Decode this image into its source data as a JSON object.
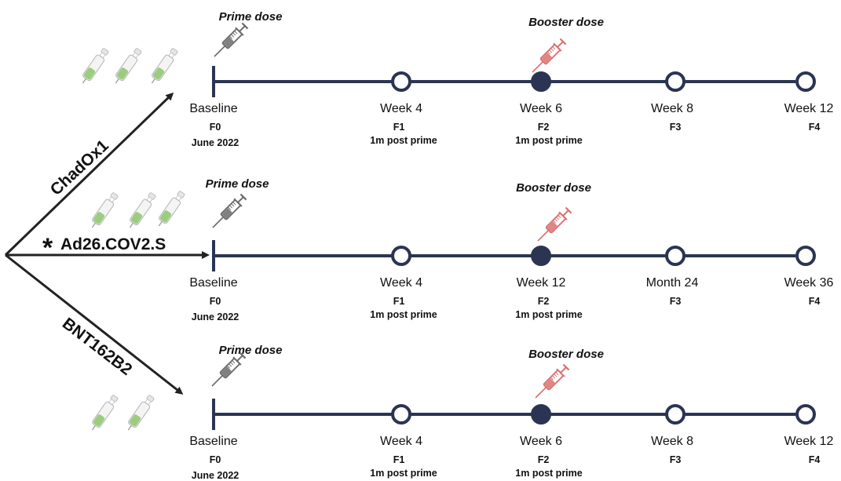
{
  "colors": {
    "timeline": "#2b3452",
    "arrow": "#222222",
    "prime_syringe": "#6b6b6b",
    "booster_syringe": "#d9706f",
    "vial_liquid": "#9ccd7e"
  },
  "arms": [
    {
      "vaccine": "ChadOx1",
      "asterisk": "",
      "prime_label": "Prime dose",
      "booster_label": "Booster dose",
      "vial_count": 3,
      "timepoints": [
        {
          "name": "Baseline",
          "code": "F0",
          "note": "June 2022",
          "marker": "start"
        },
        {
          "name": "Week 4",
          "code": "F1",
          "note": "1m post prime",
          "marker": "open"
        },
        {
          "name": "Week 6",
          "code": "F2",
          "note": "1m post prime",
          "marker": "filled"
        },
        {
          "name": "Week 8",
          "code": "F3",
          "note": "",
          "marker": "open"
        },
        {
          "name": "Week 12",
          "code": "F4",
          "note": "",
          "marker": "open"
        }
      ]
    },
    {
      "vaccine": "Ad26.COV2.S",
      "asterisk": "*",
      "prime_label": "Prime dose",
      "booster_label": "Booster dose",
      "vial_count": 3,
      "timepoints": [
        {
          "name": "Baseline",
          "code": "F0",
          "note": "June 2022",
          "marker": "start"
        },
        {
          "name": "Week 4",
          "code": "F1",
          "note": "1m post prime",
          "marker": "open"
        },
        {
          "name": "Week 12",
          "code": "F2",
          "note": "1m post prime",
          "marker": "filled"
        },
        {
          "name": "Month 24",
          "code": "F3",
          "note": "",
          "marker": "open"
        },
        {
          "name": "Week 36",
          "code": "F4",
          "note": "",
          "marker": "open"
        }
      ]
    },
    {
      "vaccine": "BNT162B2",
      "asterisk": "",
      "prime_label": "Prime dose",
      "booster_label": "Booster dose",
      "vial_count": 2,
      "timepoints": [
        {
          "name": "Baseline",
          "code": "F0",
          "note": "June 2022",
          "marker": "start"
        },
        {
          "name": "Week 4",
          "code": "F1",
          "note": "1m post prime",
          "marker": "open"
        },
        {
          "name": "Week 6",
          "code": "F2",
          "note": "1m post prime",
          "marker": "filled"
        },
        {
          "name": "Week 8",
          "code": "F3",
          "note": "",
          "marker": "open"
        },
        {
          "name": "Week 12",
          "code": "F4",
          "note": "",
          "marker": "open"
        }
      ]
    }
  ]
}
